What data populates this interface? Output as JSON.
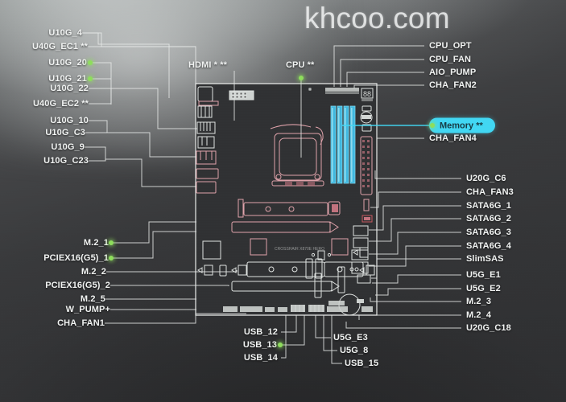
{
  "page": {
    "watermark": "khcoo.com",
    "accent_cyan": "#41d8f4",
    "dot_green": "#8ede5c",
    "board_outline": "#e9ecea",
    "background": "#2e2e30"
  },
  "highlighted": {
    "label": "Memory **",
    "bg": "#41d8f4",
    "text_color": "#173b44"
  },
  "labels": {
    "top_left": [
      {
        "id": "u10g-4",
        "text": "U10G_4",
        "dot": false
      },
      {
        "id": "u40g-ec1",
        "text": "U40G_EC1 **",
        "dot": false
      },
      {
        "id": "u10g-20",
        "text": "U10G_20",
        "dot": true
      },
      {
        "id": "u10g-21",
        "text": "U10G_21",
        "dot": true
      },
      {
        "id": "u10g-22",
        "text": "U10G_22",
        "dot": false
      },
      {
        "id": "u40g-ec2",
        "text": "U40G_EC2 **",
        "dot": false
      },
      {
        "id": "u10g-10",
        "text": "U10G_10",
        "dot": false
      },
      {
        "id": "u10g-c3",
        "text": "U10G_C3",
        "dot": false
      },
      {
        "id": "u10g-9",
        "text": "U10G_9",
        "dot": false
      },
      {
        "id": "u10g-c23",
        "text": "U10G_C23",
        "dot": false
      }
    ],
    "top_center": [
      {
        "id": "hdmi",
        "text": "HDMI * **",
        "dot": false
      },
      {
        "id": "cpu",
        "text": "CPU **",
        "dot": true
      }
    ],
    "top_right": [
      {
        "id": "cpu-opt",
        "text": "CPU_OPT"
      },
      {
        "id": "cpu-fan",
        "text": "CPU_FAN"
      },
      {
        "id": "aio-pump",
        "text": "AIO_PUMP"
      },
      {
        "id": "cha-fan2",
        "text": "CHA_FAN2"
      },
      {
        "id": "cha-fan4",
        "text": "CHA_FAN4"
      }
    ],
    "right": [
      {
        "id": "u20g-c6",
        "text": "U20G_C6"
      },
      {
        "id": "cha-fan3",
        "text": "CHA_FAN3"
      },
      {
        "id": "sata6g-1",
        "text": "SATA6G_1"
      },
      {
        "id": "sata6g-2",
        "text": "SATA6G_2"
      },
      {
        "id": "sata6g-3",
        "text": "SATA6G_3"
      },
      {
        "id": "sata6g-4",
        "text": "SATA6G_4"
      },
      {
        "id": "slimsas",
        "text": "SlimSAS"
      },
      {
        "id": "u5g-e1",
        "text": "U5G_E1"
      },
      {
        "id": "u5g-e2",
        "text": "U5G_E2"
      },
      {
        "id": "m2-3",
        "text": "M.2_3"
      },
      {
        "id": "m2-4",
        "text": "M.2_4"
      },
      {
        "id": "u20g-c18",
        "text": "U20G_C18"
      }
    ],
    "left_lower": [
      {
        "id": "m2-1",
        "text": "M.2_1",
        "dot": true
      },
      {
        "id": "pciex16-g5-1",
        "text": "PCIEX16(G5)_1",
        "dot": true
      },
      {
        "id": "m2-2",
        "text": "M.2_2",
        "dot": false
      },
      {
        "id": "pciex16-g5-2",
        "text": "PCIEX16(G5)_2",
        "dot": false
      },
      {
        "id": "m2-5",
        "text": "M.2_5",
        "dot": false
      },
      {
        "id": "w-pump",
        "text": "W_PUMP+",
        "dot": false
      },
      {
        "id": "cha-fan1",
        "text": "CHA_FAN1",
        "dot": false
      }
    ],
    "bottom_left": [
      {
        "id": "usb-12",
        "text": "USB_12",
        "dot": false
      },
      {
        "id": "usb-13",
        "text": "USB_13",
        "dot": true
      },
      {
        "id": "usb-14",
        "text": "USB_14",
        "dot": false
      }
    ],
    "bottom_right": [
      {
        "id": "u5g-e3",
        "text": "U5G_E3"
      },
      {
        "id": "u5g-8",
        "text": "U5G_8"
      },
      {
        "id": "usb-15",
        "text": "USB_15"
      }
    ]
  }
}
